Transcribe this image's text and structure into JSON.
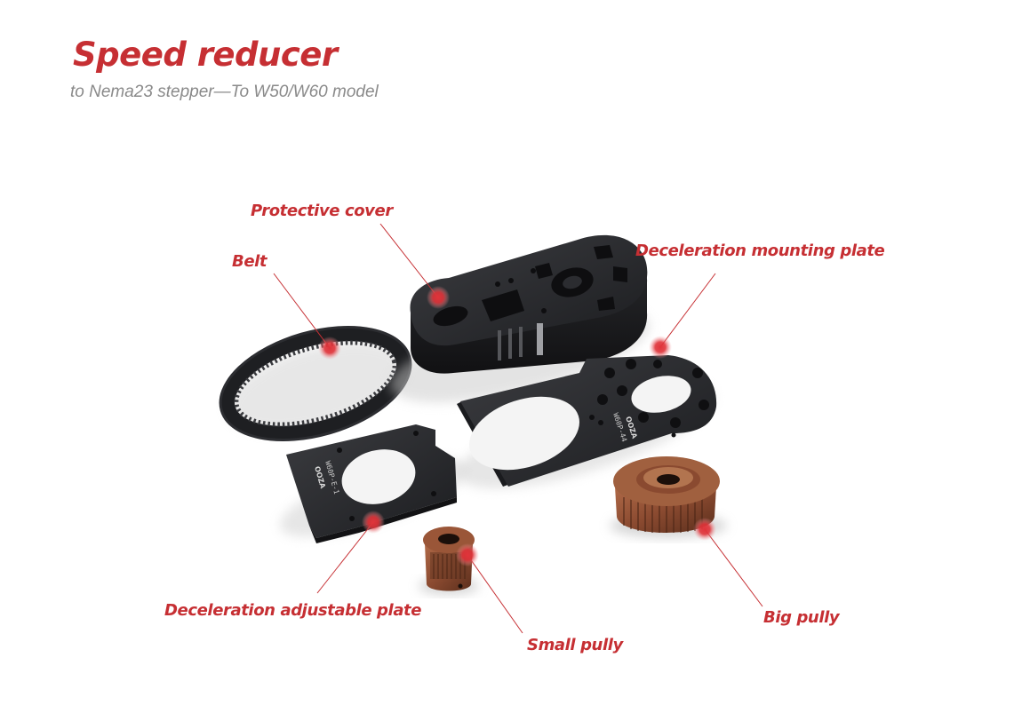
{
  "header": {
    "title": "Speed reducer",
    "subtitle": "to Nema23 stepper—To W50/W60 model"
  },
  "colors": {
    "accent": "#c62f33",
    "subtitle": "#8a8a8a",
    "part_black": "#222326",
    "part_copper": "#8a4a30"
  },
  "callouts": {
    "protective_cover": "Protective cover",
    "belt": "Belt",
    "deceleration_mounting_plate": "Deceleration mounting plate",
    "deceleration_adjustable_plate": "Deceleration adjustable plate",
    "small_pully": "Small pully",
    "big_pully": "Big pully"
  },
  "engravings": {
    "mounting_plate": "W60P-44",
    "adjustable_plate": "W60P-E-1",
    "brand": "OOZA"
  }
}
